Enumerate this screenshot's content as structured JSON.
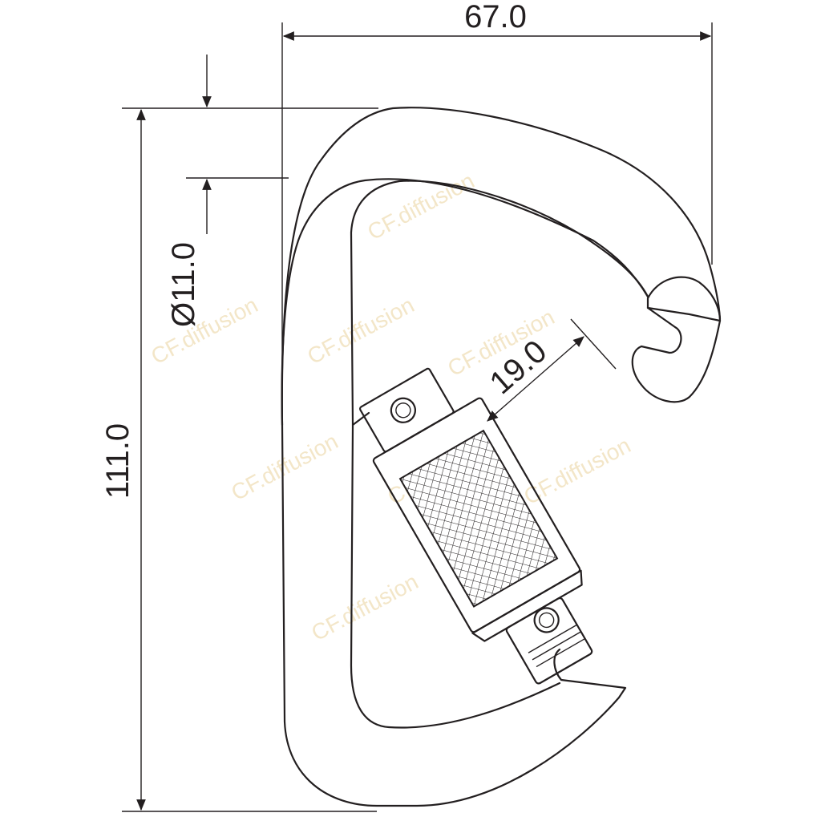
{
  "dimensions": {
    "width": "67.0",
    "height": "111.0",
    "diameter": "Ø11.0",
    "gate_opening": "19.0"
  },
  "watermark": "CF.diffusion",
  "colors": {
    "line": "#231f20",
    "watermark": "#f3e6c8",
    "background": "#ffffff"
  }
}
